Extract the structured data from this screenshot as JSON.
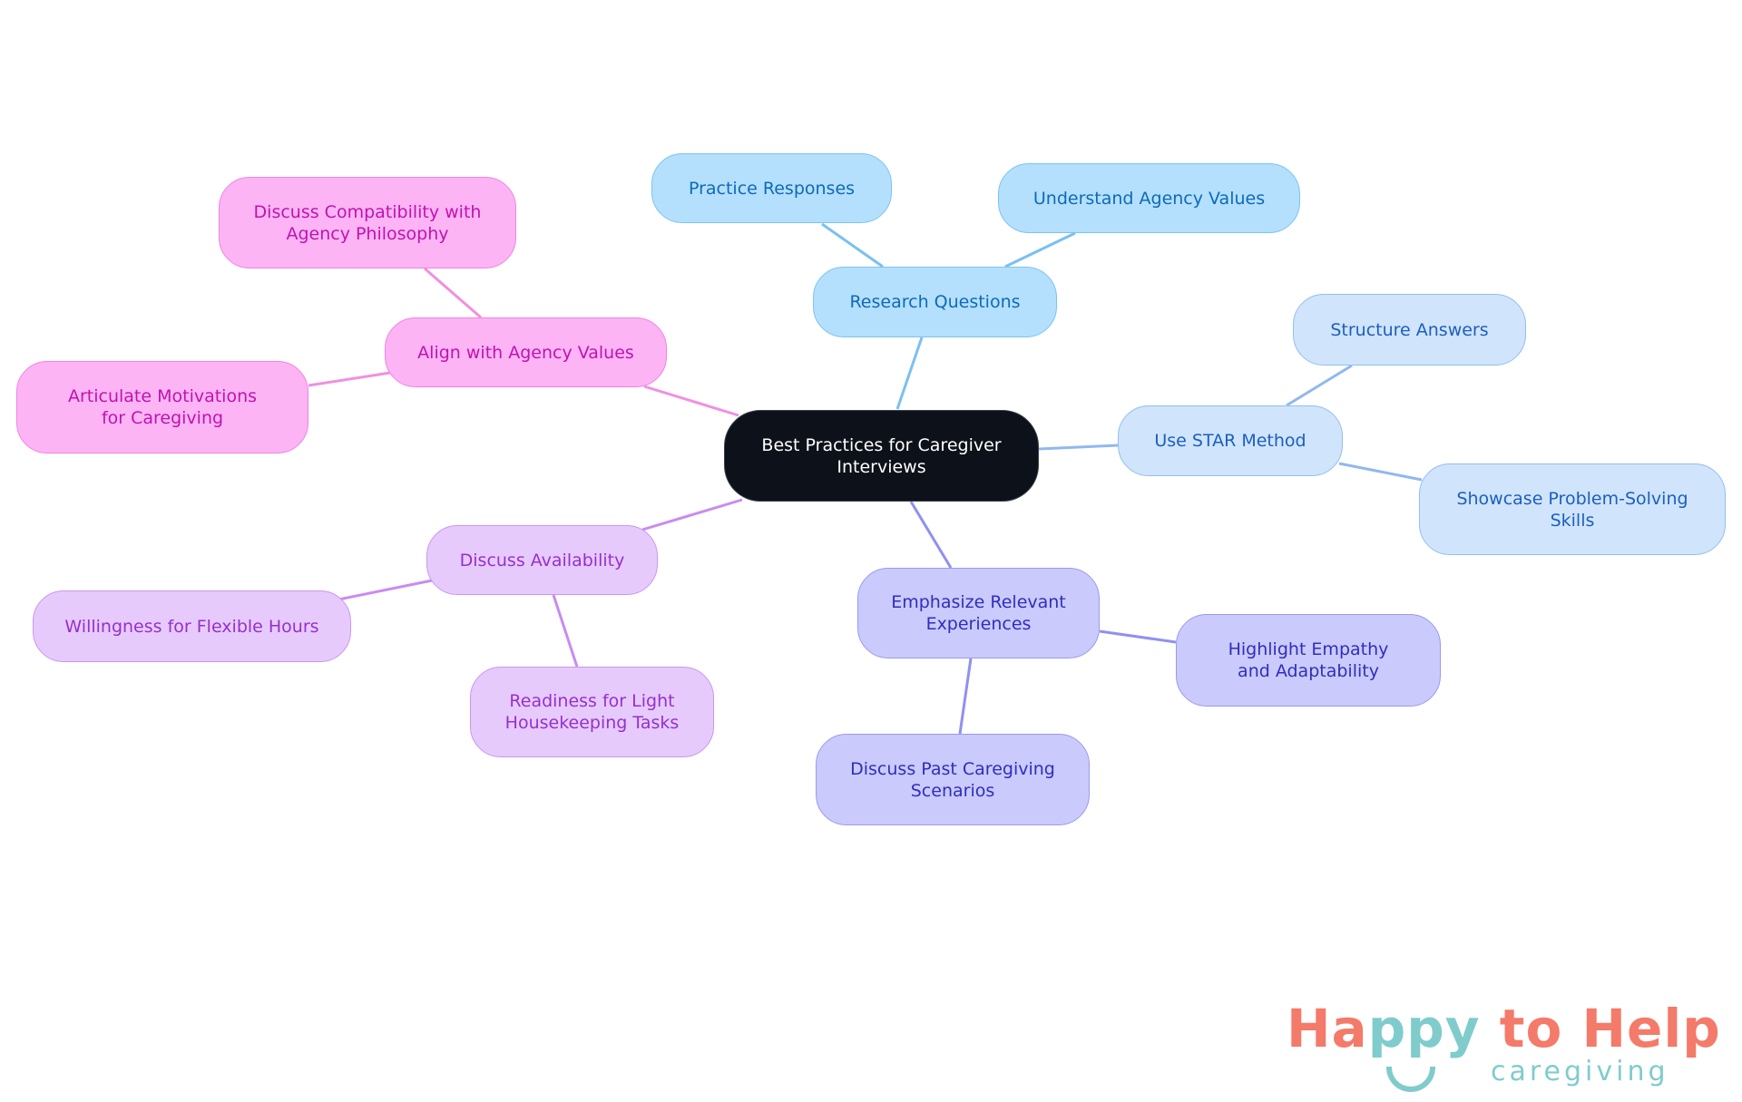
{
  "root": {
    "label": "Best Practices for Caregiver Interviews"
  },
  "branches": {
    "research": {
      "label": "Research Questions",
      "children": [
        "Practice Responses",
        "Understand Agency Values"
      ]
    },
    "star": {
      "label": "Use STAR Method",
      "children": [
        "Structure Answers",
        "Showcase Problem-Solving Skills"
      ]
    },
    "emphasize": {
      "label": "Emphasize Relevant Experiences",
      "children": [
        "Highlight Empathy and Adaptability",
        "Discuss Past Caregiving Scenarios"
      ]
    },
    "availability": {
      "label": "Discuss Availability",
      "children": [
        "Willingness for Flexible Hours",
        "Readiness for Light Housekeeping Tasks"
      ]
    },
    "align": {
      "label": "Align with Agency Values",
      "children": [
        "Discuss Compatibility with Agency Philosophy",
        "Articulate Motivations for Caregiving"
      ]
    }
  },
  "colors": {
    "research": "#7ac0f0",
    "star": "#90b8f0",
    "emphasize": "#9090f0",
    "availability": "#c88cf0",
    "align": "#f090e0"
  },
  "logo": {
    "brand": "Happy to Help",
    "brand_part1": "Ha",
    "brand_part2": "ppy",
    "brand_part3": " to Help",
    "tagline": "caregiving"
  }
}
